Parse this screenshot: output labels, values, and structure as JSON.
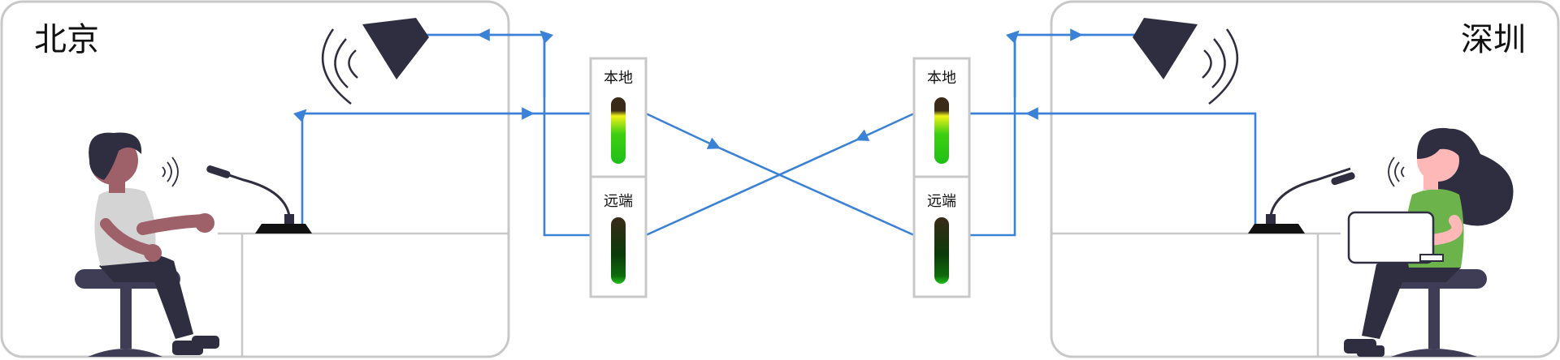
{
  "diagram": {
    "colors": {
      "wire": "#3b82d6",
      "frame": "#c8c8c8",
      "dark": "#2f2e41",
      "skin_left": "#9e616a",
      "skin_right": "#ffb8b8",
      "shirt_left": "#d4d4d4",
      "shirt_right": "#6bb34a",
      "meter_green": "#1fbf16",
      "meter_yellow": "#f2f21a",
      "meter_dark": "#3a2a18"
    },
    "left_room": {
      "city": "北京",
      "person": "seated-man-icon",
      "microphone": "desk-microphone-icon",
      "speaker": "loudspeaker-icon"
    },
    "right_room": {
      "city": "深圳",
      "person": "seated-woman-laptop-icon",
      "microphone": "desk-microphone-icon",
      "speaker": "loudspeaker-icon"
    },
    "left_meters": {
      "top_label": "本地",
      "bottom_label": "远端",
      "top_level": 0.75,
      "bottom_level": 0.12
    },
    "right_meters": {
      "top_label": "本地",
      "bottom_label": "远端",
      "top_level": 0.75,
      "bottom_level": 0.12
    }
  }
}
